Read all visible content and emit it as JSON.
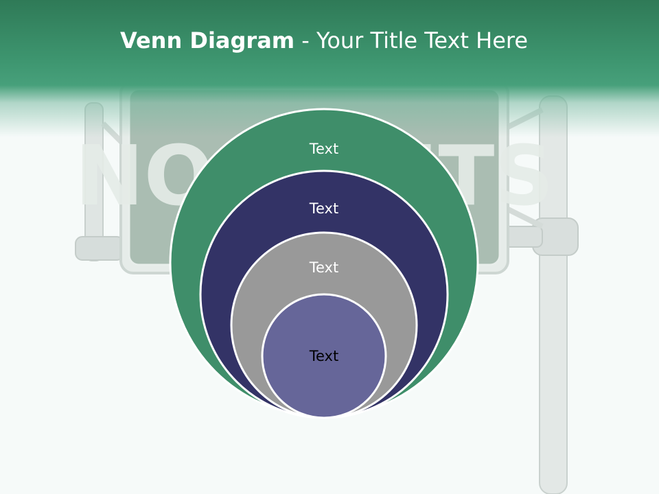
{
  "slide": {
    "title_bold": "Venn Diagram",
    "title_rest": " - Your Title Text Here"
  },
  "background": {
    "sign_text": "NO LIMITS"
  },
  "diagram": {
    "type": "nested-circles",
    "circles": [
      {
        "label": "Text",
        "fill": "#3f8e6a",
        "text_color": "#ffffff"
      },
      {
        "label": "Text",
        "fill": "#333366",
        "text_color": "#ffffff"
      },
      {
        "label": "Text",
        "fill": "#999999",
        "text_color": "#ffffff"
      },
      {
        "label": "Text",
        "fill": "#666699",
        "text_color": "#000000"
      }
    ],
    "stroke_color": "#ffffff"
  },
  "colors": {
    "header": "#2f7a57",
    "sign": "#a9bcb0",
    "pole": "#dde3e1"
  }
}
